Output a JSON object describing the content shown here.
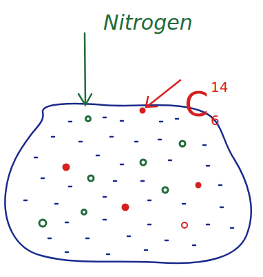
{
  "diagram": {
    "labels": [
      "Nitrogen",
      "C",
      "14",
      "6"
    ]
  }
}
